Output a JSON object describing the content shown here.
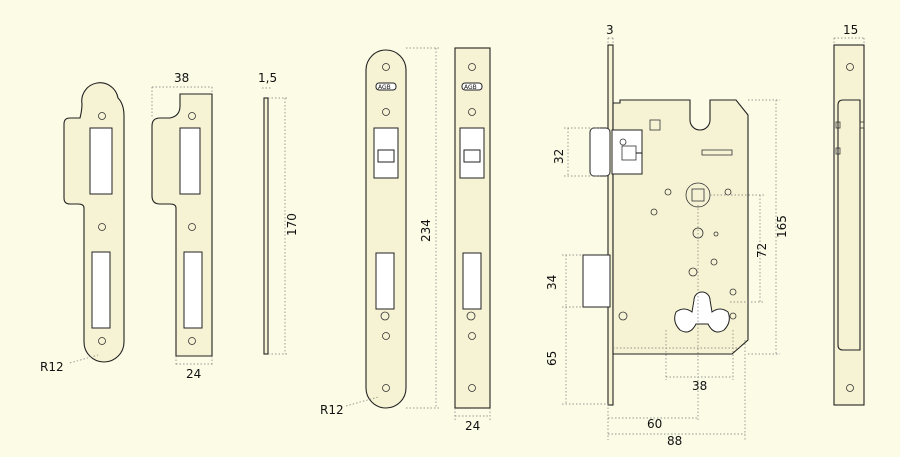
{
  "dimensions": {
    "strike_a_radius": "R12",
    "strike_b_width_top": "38",
    "strike_b_width_bottom": "24",
    "strip_thickness": "1,5",
    "strip_height": "170",
    "faceplate_height": "234",
    "faceplate_radius": "R12",
    "faceplate_width": "24",
    "lock_plate_thickness": "3",
    "latch_height": "32",
    "bolt_height": "34",
    "bolt_offset": "65",
    "center_distance": "72",
    "body_height": "165",
    "cylinder_width": "38",
    "backset": "60",
    "body_depth": "88",
    "edge_plate_width": "15"
  },
  "logo_text": "AGB"
}
